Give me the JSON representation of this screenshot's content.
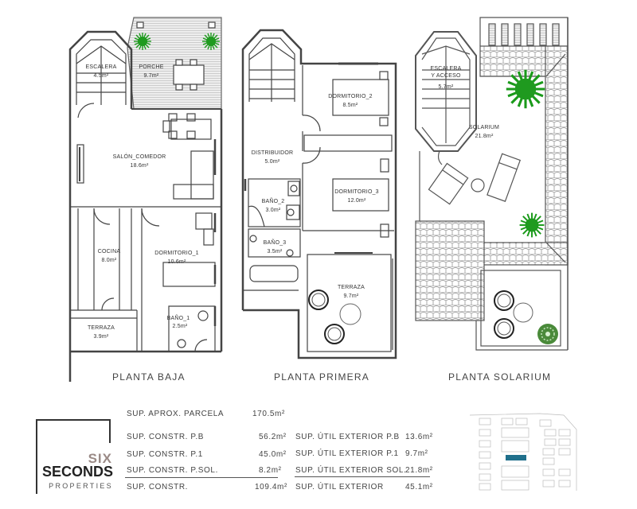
{
  "floors": [
    {
      "title": "PLANTA BAJA",
      "rooms": [
        {
          "name": "ESCALERA",
          "area": "4.5m²"
        },
        {
          "name": "PORCHE",
          "area": "9.7m²"
        },
        {
          "name": "SALÓN_COMEDOR",
          "area": "18.6m²"
        },
        {
          "name": "COCINA",
          "area": "8.0m²"
        },
        {
          "name": "DORMITORIO_1",
          "area": "10.6m²"
        },
        {
          "name": "BAÑO_1",
          "area": "2.5m²"
        },
        {
          "name": "TERRAZA",
          "area": "3.9m²"
        }
      ]
    },
    {
      "title": "PLANTA PRIMERA",
      "rooms": [
        {
          "name": "DORMITORIO_2",
          "area": "8.5m²"
        },
        {
          "name": "DISTRIBUIDOR",
          "area": "5.0m²"
        },
        {
          "name": "DORMITORIO_3",
          "area": "12.0m²"
        },
        {
          "name": "BAÑO_2",
          "area": "3.0m²"
        },
        {
          "name": "BAÑO_3",
          "area": "3.5m²"
        },
        {
          "name": "TERRAZA",
          "area": "9.7m²"
        }
      ]
    },
    {
      "title": "PLANTA SOLARIUM",
      "rooms": [
        {
          "name": "ESCALERA",
          "name2": "Y ACCESO",
          "area": "5.7m²"
        },
        {
          "name": "SOLARIUM",
          "area": "21.8m²"
        }
      ]
    }
  ],
  "logo": {
    "line1": "SIX",
    "line2": "SECONDS",
    "line3": "PROPERTIES"
  },
  "surfaces": {
    "parcela": {
      "label": "SUP. APROX. PARCELA",
      "value": "170.5m²"
    },
    "constr": [
      {
        "label": "SUP. CONSTR. P.B",
        "value": "56.2m²"
      },
      {
        "label": "SUP. CONSTR. P.1",
        "value": "45.0m²"
      },
      {
        "label": "SUP. CONSTR. P.SOL.",
        "value": "8.2m²"
      }
    ],
    "constr_total": {
      "label": "SUP. CONSTR.",
      "value": "109.4m²"
    },
    "exterior": [
      {
        "label": "SUP. ÚTIL EXTERIOR P.B",
        "value": "13.6m²"
      },
      {
        "label": "SUP. ÚTIL EXTERIOR P.1",
        "value": "9.7m²"
      },
      {
        "label": "SUP. ÚTIL EXTERIOR SOL.",
        "value": "21.8m²"
      }
    ],
    "exterior_total": {
      "label": "SUP. ÚTIL EXTERIOR",
      "value": "45.1m²"
    }
  },
  "colors": {
    "wall": "#444444",
    "plant": "#1f9a1f",
    "highlight_plot": "#1f6f8b",
    "logo_accent": "#9a8a86"
  }
}
